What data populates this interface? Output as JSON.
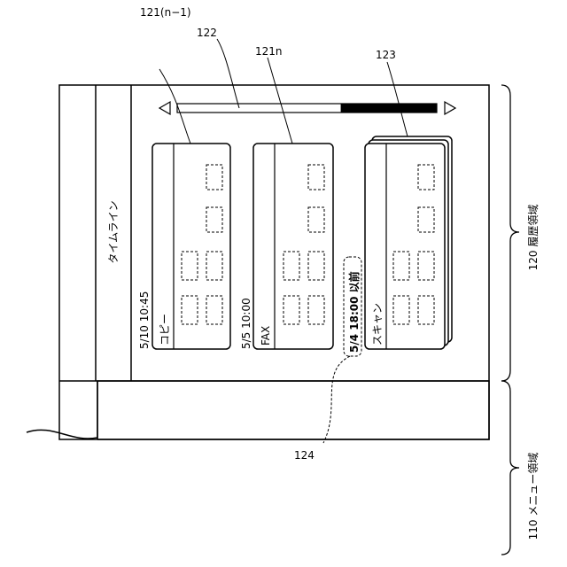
{
  "refs": {
    "history_area": "120 履歴領域",
    "menu_area": "110 メニュー領域",
    "card_prev": "121(n−1)",
    "card_n": "121n",
    "scrollbar": "122",
    "stack": "123",
    "period_marker": "124"
  },
  "timeline": {
    "title": "タイムライン"
  },
  "cards": [
    {
      "timestamp": "5/10 10:45",
      "label": "コピー"
    },
    {
      "timestamp": "5/5  10:00",
      "label": "FAX"
    },
    {
      "timestamp": "",
      "label": "スキャン"
    }
  ],
  "period": {
    "text": "5/4 18:00 以前"
  },
  "scroll": {
    "left_arrow": "◁",
    "right_arrow": "▷",
    "position": 0.63
  }
}
